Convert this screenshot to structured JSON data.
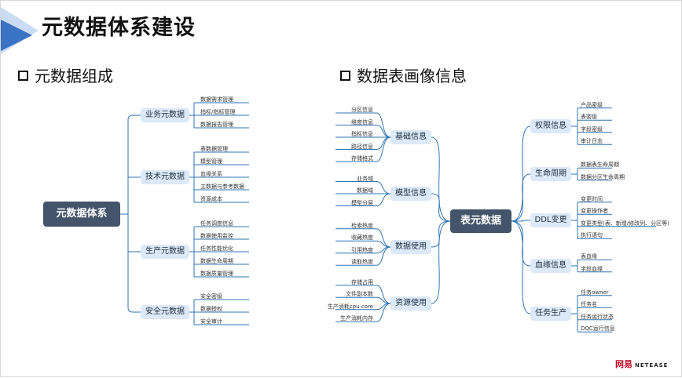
{
  "title": "元数据体系建设",
  "left": {
    "section": "元数据组成",
    "root": "元数据体系",
    "branches": [
      {
        "label": "业务元数据",
        "items": [
          "数据需求管理",
          "指标/指标管理",
          "数据报告管理"
        ]
      },
      {
        "label": "技术元数据",
        "items": [
          "表数据管理",
          "模型管理",
          "血缘关系",
          "主数据与参考数据",
          "资源成本"
        ]
      },
      {
        "label": "生产元数据",
        "items": [
          "任务调度信息",
          "数据使用监控",
          "任务性能优化",
          "数据生命周期",
          "数据质量管理"
        ]
      },
      {
        "label": "安全元数据",
        "items": [
          "安全密级",
          "数据授权",
          "安全审计"
        ]
      }
    ]
  },
  "right": {
    "section": "数据表画像信息",
    "root": "表元数据",
    "left_branches": [
      {
        "label": "基础信息",
        "items": [
          "分区信息",
          "维度信息",
          "指标信息",
          "路径信息",
          "存储格式"
        ]
      },
      {
        "label": "模型信息",
        "items": [
          "业务域",
          "数据域",
          "模型分层"
        ]
      },
      {
        "label": "数据使用",
        "items": [
          "检索热度",
          "收藏热度",
          "引用热度",
          "读取热度"
        ]
      },
      {
        "label": "资源使用",
        "items": [
          "存储占用",
          "文件副本数",
          "生产消耗cpu core",
          "生产消耗内存"
        ]
      }
    ],
    "right_branches": [
      {
        "label": "权限信息",
        "items": [
          "产品密级",
          "表密级",
          "字段密级",
          "审计日志"
        ]
      },
      {
        "label": "生命周期",
        "items": [
          "数据表生命周期",
          "数据分区生命周期"
        ]
      },
      {
        "label": "DDL变更",
        "items": [
          "变更时间",
          "变更操作者",
          "变更类型(表、新增/修改列、分区等)",
          "执行语句"
        ]
      },
      {
        "label": "血缘信息",
        "items": [
          "表血缘",
          "字段血缘"
        ]
      },
      {
        "label": "任务生产",
        "items": [
          "任务owner",
          "任务名",
          "任务运行状态",
          "DQC运行信息"
        ]
      }
    ]
  },
  "logo": {
    "cn": "网易",
    "en": "NETEASE"
  },
  "colors": {
    "root": "#44546a",
    "node": "#dbe9f8",
    "line": "#2e75b6",
    "accent": "#c8102e"
  }
}
